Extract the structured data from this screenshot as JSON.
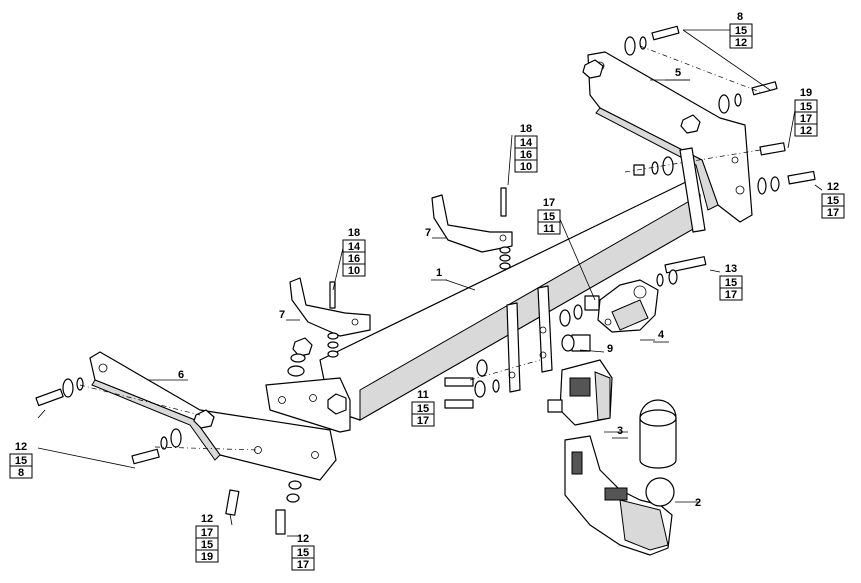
{
  "callouts": [
    {
      "id": "c8",
      "lines": [
        "8",
        "15",
        "12"
      ]
    },
    {
      "id": "c5",
      "lines": [
        "5"
      ]
    },
    {
      "id": "c19",
      "lines": [
        "19",
        "15",
        "17",
        "12"
      ]
    },
    {
      "id": "c12r",
      "lines": [
        "12",
        "15",
        "17"
      ]
    },
    {
      "id": "c18a",
      "lines": [
        "18",
        "14",
        "16",
        "10"
      ]
    },
    {
      "id": "c17",
      "lines": [
        "17",
        "15",
        "11"
      ]
    },
    {
      "id": "c7a",
      "lines": [
        "7"
      ]
    },
    {
      "id": "c1",
      "lines": [
        "1"
      ]
    },
    {
      "id": "c18b",
      "lines": [
        "18",
        "14",
        "16",
        "10"
      ]
    },
    {
      "id": "c13",
      "lines": [
        "13",
        "15",
        "17"
      ]
    },
    {
      "id": "c7b",
      "lines": [
        "7"
      ]
    },
    {
      "id": "c4",
      "lines": [
        "4"
      ]
    },
    {
      "id": "c9",
      "lines": [
        "9"
      ]
    },
    {
      "id": "c6",
      "lines": [
        "6"
      ]
    },
    {
      "id": "c11",
      "lines": [
        "11",
        "15",
        "17"
      ]
    },
    {
      "id": "c3",
      "lines": [
        "3"
      ]
    },
    {
      "id": "c12l",
      "lines": [
        "12",
        "15",
        "8"
      ]
    },
    {
      "id": "c2",
      "lines": [
        "2"
      ]
    },
    {
      "id": "c12b",
      "lines": [
        "12",
        "17",
        "15",
        "19"
      ]
    },
    {
      "id": "c12c",
      "lines": [
        "12",
        "15",
        "17"
      ]
    }
  ]
}
